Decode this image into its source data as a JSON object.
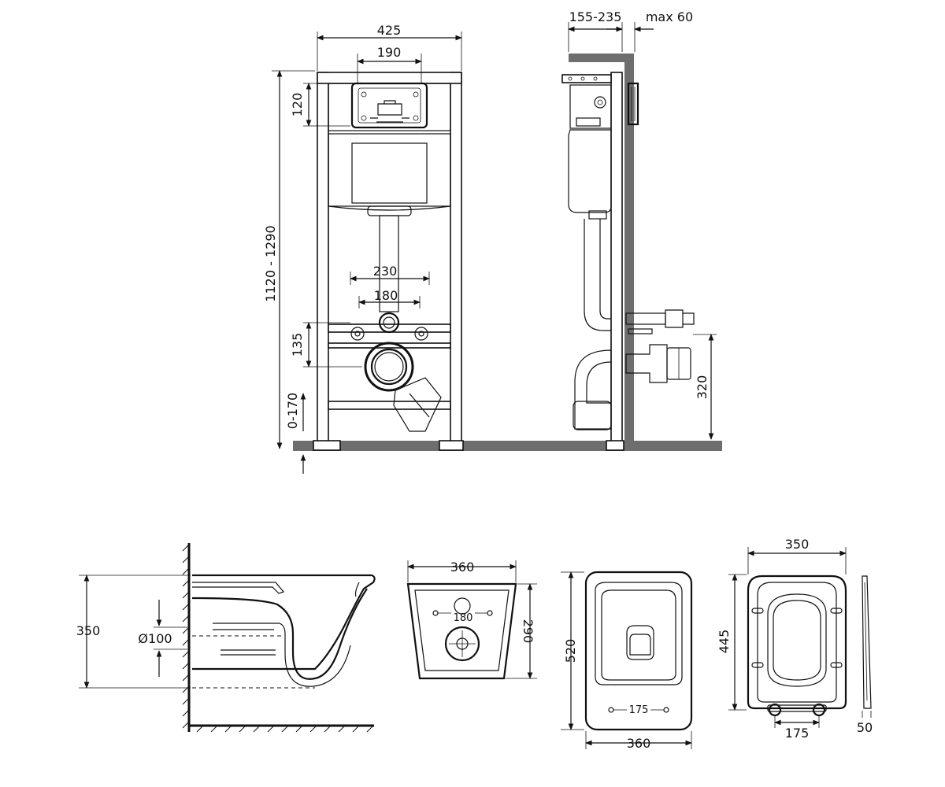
{
  "frame_front": {
    "width": "425",
    "flush_plate_width": "190",
    "flush_plate_height": "120",
    "height_range": "1120 - 1290",
    "bolt_spacing_outer": "230",
    "bolt_spacing_inner": "180",
    "outlet_height": "135",
    "leg_adjust": "0-170"
  },
  "frame_side": {
    "depth_range": "155-235",
    "wall_max": "max 60",
    "drain_height": "320"
  },
  "bowl_side": {
    "height": "350",
    "pipe_diameter": "Ø100"
  },
  "bowl_back": {
    "width": "360",
    "depth": "290",
    "bolt_spacing": "180"
  },
  "bowl_top": {
    "length": "520",
    "width": "360",
    "hinge_spacing": "175"
  },
  "seat": {
    "width": "350",
    "length": "445",
    "hinge_spacing": "175",
    "thickness": "50"
  }
}
